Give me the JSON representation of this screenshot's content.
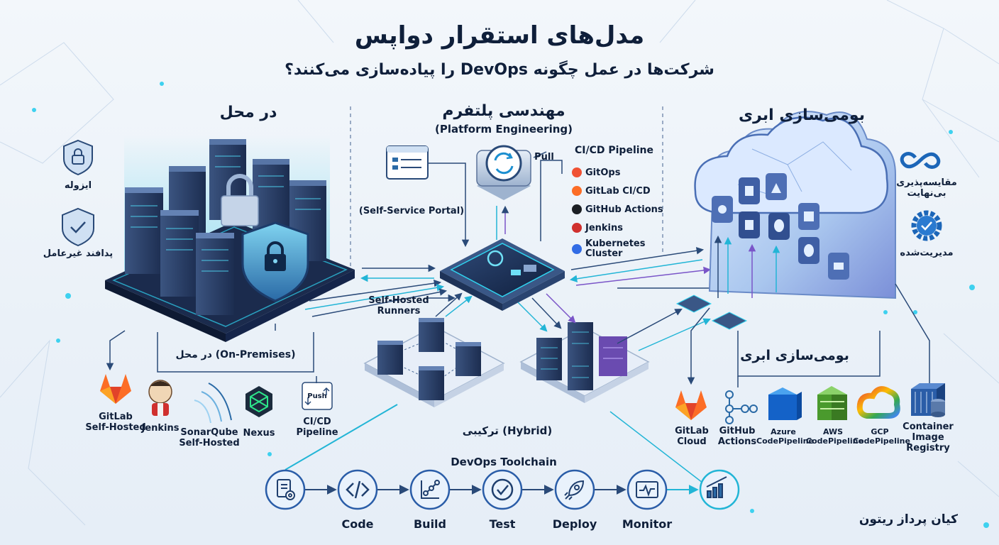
{
  "header": {
    "title": "مدل‌های استقرار دواپس",
    "subtitle": "شرکت‌ها در عمل چگونه DevOps را پیاده‌سازی می‌کنند؟"
  },
  "on_prem": {
    "heading": "در محل",
    "features": [
      {
        "label": "ایزوله",
        "icon": "lock-shield-icon"
      },
      {
        "label": "پدافند غیرعامل",
        "icon": "check-shield-icon"
      }
    ],
    "tools_label": "(On-Premises) در محل",
    "tools": [
      {
        "label": "GitLab\nSelf-Hosted",
        "icon": "gitlab-icon"
      },
      {
        "label": "Jenkins",
        "icon": "jenkins-icon"
      },
      {
        "label": "SonarQube\nSelf-Hosted",
        "icon": "sonarqube-icon"
      },
      {
        "label": "Nexus",
        "icon": "nexus-icon"
      },
      {
        "label": "CI/CD\nPipeline",
        "icon": "push-icon",
        "badge": "Push"
      }
    ]
  },
  "platform": {
    "heading": "مهندسی پلتفرم",
    "heading_en": "(Platform Engineering)",
    "portal_label": "(Self-Service Portal)",
    "pull_label": "Pull",
    "cicd_title": "CI/CD Pipeline",
    "cicd_items": [
      {
        "label": "GitOps",
        "icon": "git-icon"
      },
      {
        "label": "GitLab CI/CD",
        "icon": "gitlab-icon"
      },
      {
        "label": "GitHub Actions",
        "icon": "github-icon"
      },
      {
        "label": "Jenkins",
        "icon": "jenkins-icon"
      },
      {
        "label": "Kubernetes\nCluster",
        "icon": "kubernetes-icon"
      }
    ],
    "runners_label": "Self-Hosted\nRunners"
  },
  "hybrid": {
    "label": "(Hybrid) ترکیبی"
  },
  "cloud": {
    "heading": "بومی‌سازی ابری",
    "features": [
      {
        "label": "مقایسه‌پذیری\nبی‌نهایت",
        "icon": "infinity-icon"
      },
      {
        "label": "مدیریت‌شده",
        "icon": "gear-check-icon"
      }
    ],
    "tools_label": "بومی‌سازی ابری",
    "tools": [
      {
        "label": "GitLab\nCloud",
        "icon": "gitlab-icon"
      },
      {
        "label": "GitHub\nActions",
        "icon": "actions-icon"
      },
      {
        "label": "Azure\nCodePipeline",
        "icon": "azure-icon"
      },
      {
        "label": "AWS\nCodePipeline",
        "icon": "aws-icon"
      },
      {
        "label": "GCP\nCodePipeline",
        "icon": "gcp-icon"
      },
      {
        "label": "Container\nImage\nRegistry",
        "icon": "registry-icon"
      }
    ]
  },
  "toolchain": {
    "title": "DevOps Toolchain",
    "stages": [
      {
        "label": "",
        "icon": "plan-doc-icon"
      },
      {
        "label": "Code",
        "icon": "code-icon"
      },
      {
        "label": "Build",
        "icon": "build-icon"
      },
      {
        "label": "Test",
        "icon": "test-check-icon"
      },
      {
        "label": "Deploy",
        "icon": "rocket-icon"
      },
      {
        "label": "Monitor",
        "icon": "monitor-icon"
      },
      {
        "label": "",
        "icon": "chart-icon"
      }
    ]
  },
  "brand": {
    "label": "کیان پرداز ریتون"
  },
  "colors": {
    "navy": "#0f1f3a",
    "cyan": "#22c6e6",
    "blue": "#2a5da8",
    "purple": "#7a55c8",
    "cloud": "#bcd6f3"
  }
}
